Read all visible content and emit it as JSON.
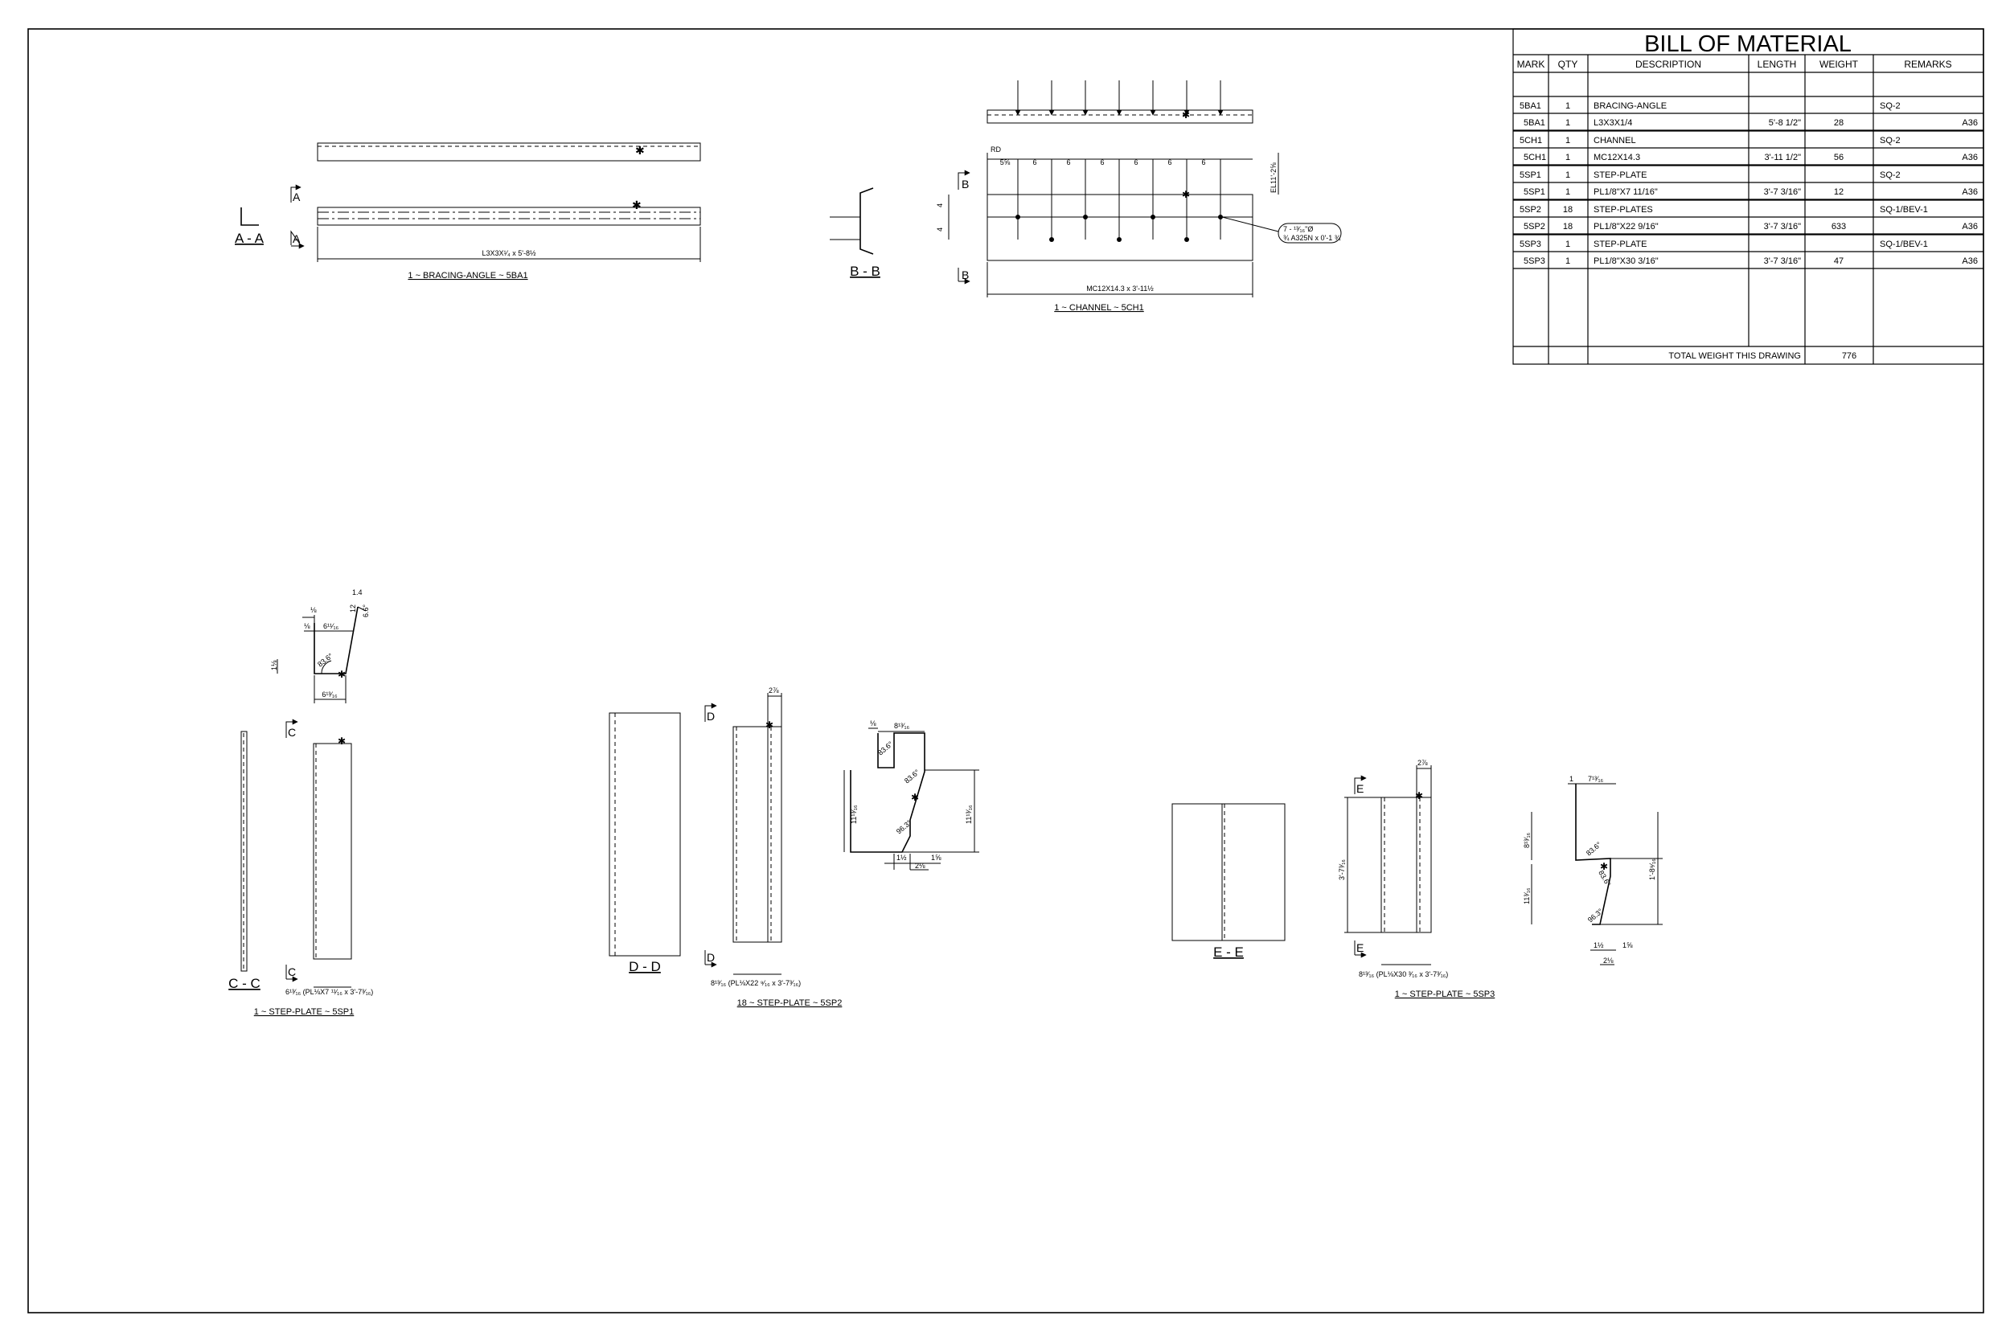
{
  "bom": {
    "title": "BILL OF MATERIAL",
    "headers": [
      "MARK",
      "QTY",
      "DESCRIPTION",
      "LENGTH",
      "WEIGHT",
      "REMARKS"
    ],
    "rows": [
      [
        "5BA1",
        "1",
        "BRACING-ANGLE",
        "",
        "",
        "SQ-2"
      ],
      [
        "5BA1",
        "1",
        "L3X3X1/4",
        "5'-8 1/2\"",
        "28",
        "A36"
      ],
      [
        "5CH1",
        "1",
        "CHANNEL",
        "",
        "",
        "SQ-2"
      ],
      [
        "5CH1",
        "1",
        "MC12X14.3",
        "3'-11 1/2\"",
        "56",
        "A36"
      ],
      [
        "5SP1",
        "1",
        "STEP-PLATE",
        "",
        "",
        "SQ-2"
      ],
      [
        "5SP1",
        "1",
        "PL1/8\"X7 11/16\"",
        "3'-7 3/16\"",
        "12",
        "A36"
      ],
      [
        "5SP2",
        "18",
        "STEP-PLATES",
        "",
        "",
        "SQ-1/BEV-1"
      ],
      [
        "5SP2",
        "18",
        "PL1/8\"X22 9/16\"",
        "3'-7 3/16\"",
        "633",
        "A36"
      ],
      [
        "5SP3",
        "1",
        "STEP-PLATE",
        "",
        "",
        "SQ-1/BEV-1"
      ],
      [
        "5SP3",
        "1",
        "PL1/8\"X30 3/16\"",
        "3'-7 3/16\"",
        "47",
        "A36"
      ]
    ],
    "total_label": "TOTAL WEIGHT THIS DRAWING",
    "total_weight": "776"
  },
  "bracing": {
    "caption": "1 ~ BRACING-ANGLE ~ 5BA1",
    "section": "A - A",
    "marker": "A",
    "dim": "L3X3X¹⁄₄ x 5'-8½"
  },
  "channel": {
    "caption": "1 ~ CHANNEL ~ 5CH1",
    "section": "B - B",
    "marker": "B",
    "dim": "MC12X14.3 x 3'-11½",
    "rd": "RD",
    "first_space": "5⅝",
    "spaces": [
      "6",
      "6",
      "6",
      "6",
      "6",
      "6"
    ],
    "web_dims": [
      "4",
      "4"
    ],
    "elevation": "EL11'-2⅝",
    "bolt_note_1": "7 - ¹³⁄₁₆\"Ø",
    "bolt_note_2": "¾ A325N x 0'-1 ¾"
  },
  "step1": {
    "caption": "1 ~ STEP-PLATE ~ 5SP1",
    "section": "C - C",
    "marker": "C",
    "dim": "6¹³⁄₁₆ (PL⅛X7 ¹¹⁄₁₆ x 3'-7³⁄₁₆)",
    "d_a": "⅛",
    "d_b": "⅛",
    "d_c": "6¹¹⁄₁₆",
    "d_d": "1⅛",
    "d_e": "6¹³⁄₁₆",
    "angle": "83.6°",
    "slope_a": "1.4",
    "slope_b": "12",
    "slope_c": "6.6°"
  },
  "step2": {
    "caption": "18 ~ STEP-PLATE ~ 5SP2",
    "section": "D - D",
    "marker": "D",
    "dim": "8¹³⁄₁₆ (PL⅛X22 ⁹⁄₁₆ x 3'-7³⁄₁₆)",
    "d_top": "2⅞",
    "d_a": "⅛",
    "d_b": "8¹³⁄₁₆",
    "d_c": "11¹³⁄₁₆",
    "d_d": "11¹³⁄₁₆",
    "d_e": "1½",
    "d_f": "1⅝",
    "d_g": "2⅛",
    "a1": "83.6°",
    "a2": "83.6°",
    "a3": "96.3°"
  },
  "step3": {
    "caption": "1 ~ STEP-PLATE ~ 5SP3",
    "section": "E - E",
    "marker": "E",
    "dim": "8¹³⁄₁₆ (PL⅛X30 ³⁄₁₆ x 3'-7³⁄₁₆)",
    "d_top": "2⅞",
    "d_len": "3'-7³⁄₁₆",
    "d_a": "1",
    "d_b": "7¹³⁄₁₆",
    "d_c": "8¹³⁄₁₆",
    "d_d": "11³⁄₁₆",
    "d_e": "1'-8⁹⁄₁₆",
    "d_f": "1½",
    "d_g": "1⅝",
    "d_h": "2⅛",
    "a1": "83.6°",
    "a2": "83.6°",
    "a3": "96.3°"
  }
}
